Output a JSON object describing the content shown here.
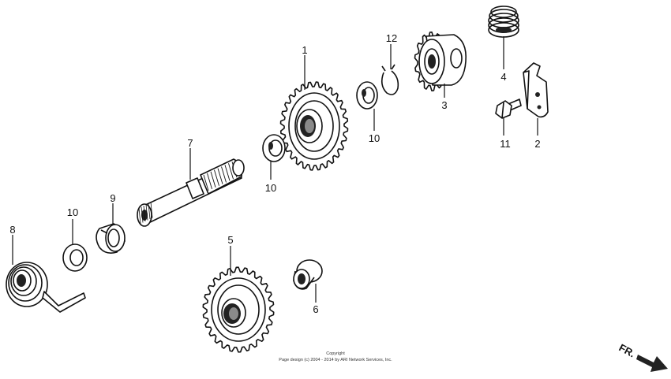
{
  "parts": [
    {
      "ref": "1",
      "icon": "driven-gear-icon"
    },
    {
      "ref": "2",
      "icon": "stopper-plate-icon"
    },
    {
      "ref": "3",
      "icon": "ratchet-gear-icon"
    },
    {
      "ref": "4",
      "icon": "ratchet-spring-icon"
    },
    {
      "ref": "5",
      "icon": "idle-gear-icon"
    },
    {
      "ref": "6",
      "icon": "bushing-icon"
    },
    {
      "ref": "7",
      "icon": "spindle-shaft-icon"
    },
    {
      "ref": "8",
      "icon": "return-spring-icon"
    },
    {
      "ref": "9",
      "icon": "spring-collar-icon"
    },
    {
      "ref": "10",
      "icon": "washer-icon"
    },
    {
      "ref": "10",
      "icon": "washer-icon"
    },
    {
      "ref": "10",
      "icon": "washer-icon"
    },
    {
      "ref": "11",
      "icon": "bolt-icon"
    },
    {
      "ref": "12",
      "icon": "circlip-icon"
    }
  ],
  "copyright": {
    "line1": "Copyright",
    "line2": "Page design (c) 2004 - 2014 by ARI Network Services, Inc."
  },
  "direction": {
    "label": "FR.",
    "icon": "forward-arrow-icon"
  }
}
